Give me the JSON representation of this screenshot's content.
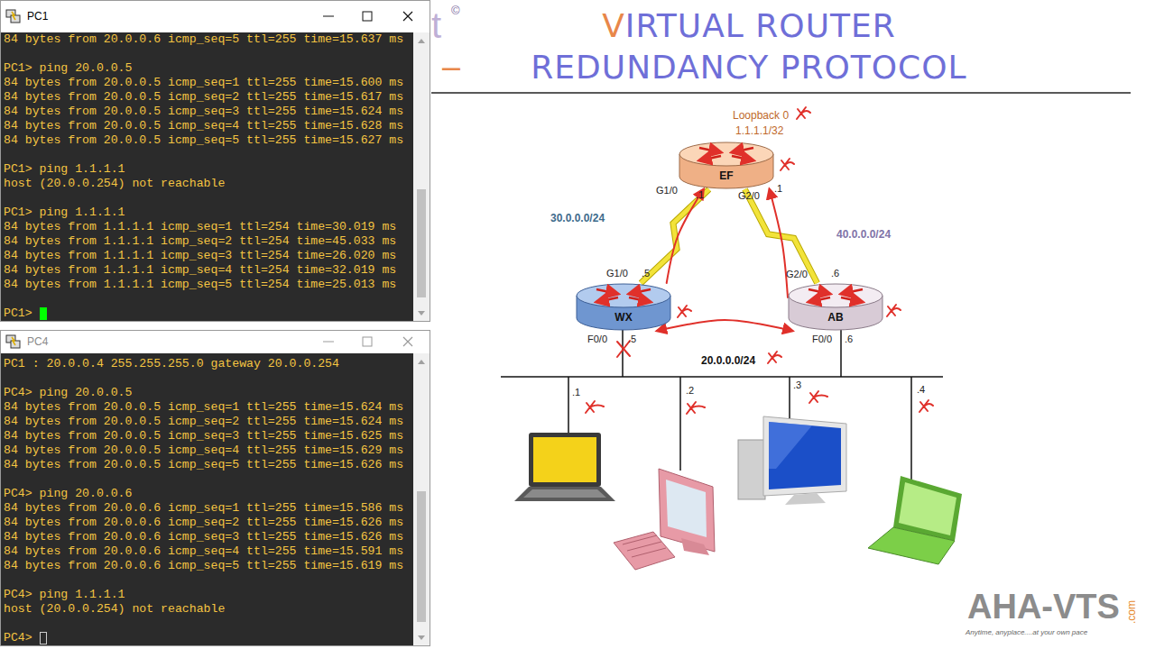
{
  "diagram": {
    "title": "VIRTUAL ROUTER REDUNDANCY PROTOCOL",
    "nodes": [
      {
        "text": [
          "PC1",
          "84 bytes from 20.0.0.6 icmp_seq=5 ttl=255 time=15.637 ms",
          "PC1> ping 20.0.0.5",
          "84 bytes from 20.0.0.5 icmp_seq=1 ttl=255 time=15.600 ms",
          "84 bytes from 20.0.0.5 icmp_seq=2 ttl=255 time=15.617 ms",
          "84 bytes from 20.0.0.5 icmp_seq=3 ttl=255 time=15.624 ms",
          "84 bytes from 20.0.0.5 icmp_seq=4 ttl=255 time=15.628 ms",
          "84 bytes from 20.0.0.5 icmp_seq=5 ttl=255 time=15.627 ms",
          "PC1> ping 1.1.1.1",
          "host (20.0.0.254) not reachable",
          "PC1> ping 1.1.1.1",
          "84 bytes from 1.1.1.1 icmp_seq=1 ttl=254 time=30.019 ms",
          "84 bytes from 1.1.1.1 icmp_seq=2 ttl=254 time=45.033 ms",
          "84 bytes from 1.1.1.1 icmp_seq=3 ttl=254 time=26.020 ms",
          "84 bytes from 1.1.1.1 icmp_seq=4 ttl=254 time=32.019 ms",
          "84 bytes from 1.1.1.1 icmp_seq=5 ttl=254 time=25.013 ms",
          "PC1>"
        ]
      },
      {
        "text": [
          "PC4",
          "PC1 : 20.0.0.4 255.255.255.0 gateway 20.0.0.254",
          "PC4> ping 20.0.0.5",
          "84 bytes from 20.0.0.5 icmp_seq=1 ttl=255 time=15.624 ms",
          "84 bytes from 20.0.0.5 icmp_seq=2 ttl=255 time=15.624 ms",
          "84 bytes from 20.0.0.5 icmp_seq=3 ttl=255 time=15.625 ms",
          "84 bytes from 20.0.0.5 icmp_seq=4 ttl=255 time=15.629 ms",
          "84 bytes from 20.0.0.5 icmp_seq=5 ttl=255 time=15.626 ms",
          "PC4> ping 20.0.0.6",
          "84 bytes from 20.0.0.6 icmp_seq=1 ttl=255 time=15.586 ms",
          "84 bytes from 20.0.0.6 icmp_seq=2 ttl=255 time=15.626 ms",
          "84 bytes from 20.0.0.6 icmp_seq=3 ttl=255 time=15.626 ms",
          "84 bytes from 20.0.0.6 icmp_seq=4 ttl=255 time=15.591 ms",
          "84 bytes from 20.0.0.6 icmp_seq=5 ttl=255 time=15.619 ms",
          "PC4> ping 1.1.1.1",
          "host (20.0.0.254) not reachable",
          "PC4>"
        ]
      },
      {
        "text": [
          "EF"
        ]
      },
      {
        "text": [
          "WX"
        ]
      },
      {
        "text": [
          "AB"
        ]
      }
    ],
    "edges": [
      {
        "from": 2,
        "to": 3,
        "arrow": "none"
      },
      {
        "from": 2,
        "to": 4,
        "arrow": "none"
      },
      {
        "from": 3,
        "to": 2,
        "arrow": "to"
      },
      {
        "from": 4,
        "to": 2,
        "arrow": "to"
      },
      {
        "from": 3,
        "to": 4,
        "arrow": "both"
      }
    ],
    "labels": [
      "t",
      "©",
      "–",
      "Loopback 0",
      "1.1.1.1/32",
      "G1/0",
      ".1",
      "G2/0",
      ".1",
      "30.0.0.0/24",
      "40.0.0.0/24",
      "G1/0",
      ".5",
      "G2/0",
      ".6",
      "F0/0",
      ".5",
      "F0/0",
      ".6",
      "20.0.0.0/24",
      ".1",
      ".2",
      ".3",
      ".4",
      "AHA-VTS",
      ".com",
      "Anytime, anyplace....at your own pace"
    ]
  }
}
